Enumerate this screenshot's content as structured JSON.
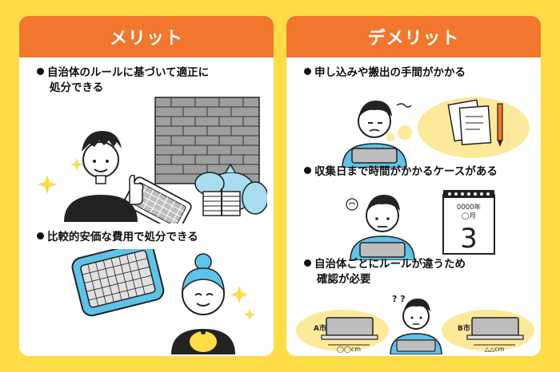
{
  "merit": {
    "title": "メリット",
    "items": [
      {
        "line1": "自治体のルールに基づいて適正に",
        "line2": "処分できる"
      },
      {
        "line1": "比較的安価な費用で処分できる"
      }
    ]
  },
  "demerit": {
    "title": "デメリット",
    "items": [
      {
        "line1": "申し込みや搬出の手間がかかる"
      },
      {
        "line1": "収集日まで時間がかかるケースがある"
      },
      {
        "line1": "自治体ごとにルールが違うため",
        "line2": "確認が必要"
      }
    ]
  },
  "calendar": {
    "year": "0000年",
    "month": "◯月",
    "day": "3"
  },
  "compare": {
    "a_label": "A市",
    "a_size": "◯◯cm",
    "b_label": "B市",
    "b_size": "△△cm",
    "question_marks": "? ?"
  },
  "colors": {
    "background": "#fddc46",
    "header": "#f2762b",
    "bubble": "#fde99a",
    "keyboard": "#5ec3e8"
  }
}
